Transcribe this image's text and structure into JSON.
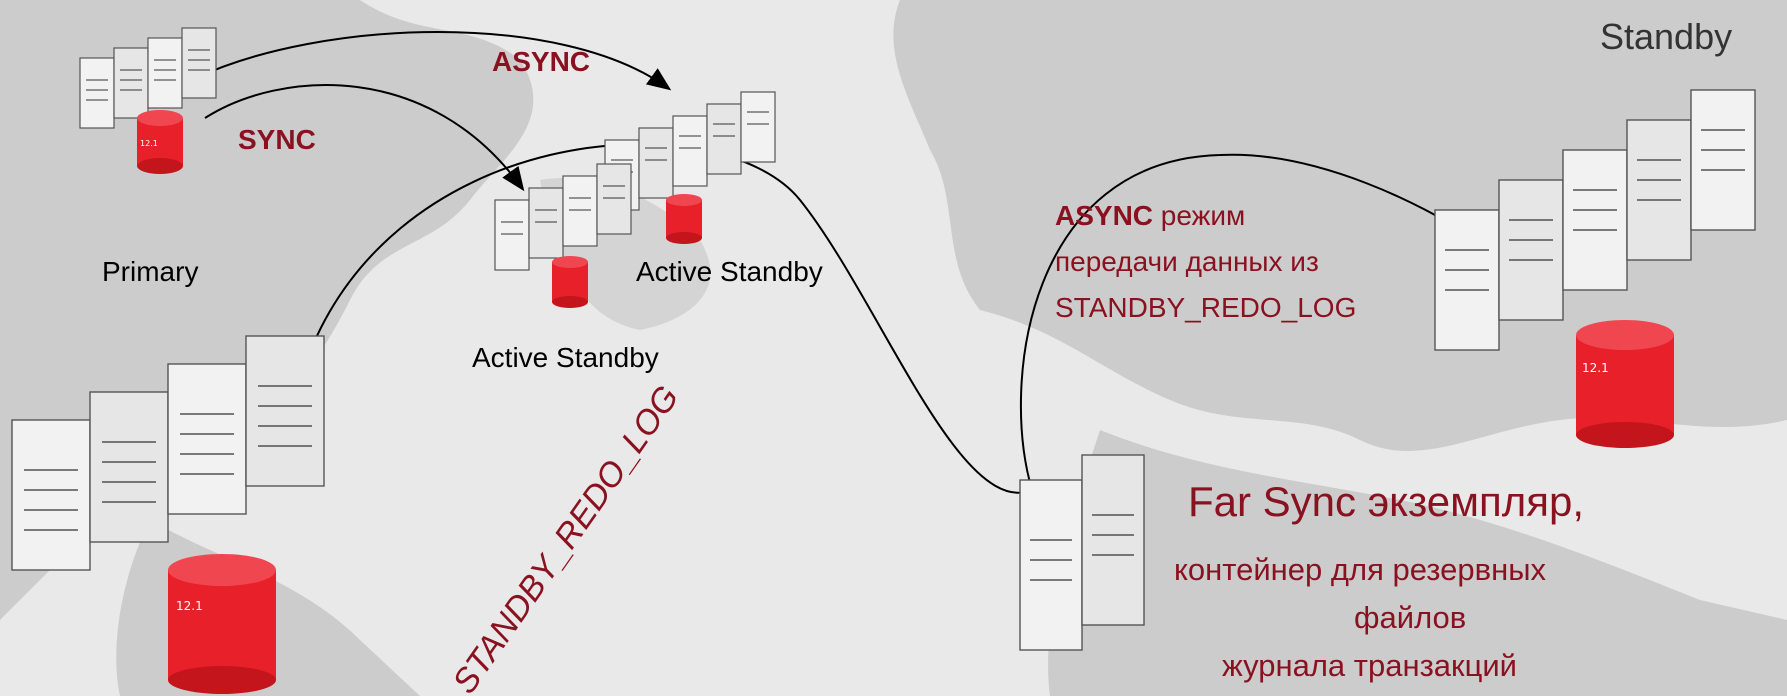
{
  "labels": {
    "standby": "Standby",
    "primary": "Primary",
    "active_standby_upper": "Active Standby",
    "active_standby_lower": "Active Standby",
    "sync": "SYNC",
    "async_top": "ASYNC",
    "async_note_keyword": "ASYNC",
    "async_note_rest": " режим",
    "async_note_line2": "передачи данных из",
    "async_note_line3": "STANDBY_REDO_LOG",
    "far_sync_title": "Far Sync экземпляр,",
    "far_sync_line2": "контейнер для резервных",
    "far_sync_line3": "файлов",
    "far_sync_line4": "журнала транзакций",
    "rotated_redo": "STANDBY_REDO_LOG",
    "db_version": "12.1"
  },
  "colors": {
    "accent_red": "#8a1220",
    "db_red": "#e8202a",
    "background": "#e9e9e9",
    "map_land": "#c7c7c7",
    "server_face": "#f2f2f2"
  },
  "icons": [
    "server-rack-icon",
    "database-cylinder-icon",
    "world-map-background"
  ]
}
